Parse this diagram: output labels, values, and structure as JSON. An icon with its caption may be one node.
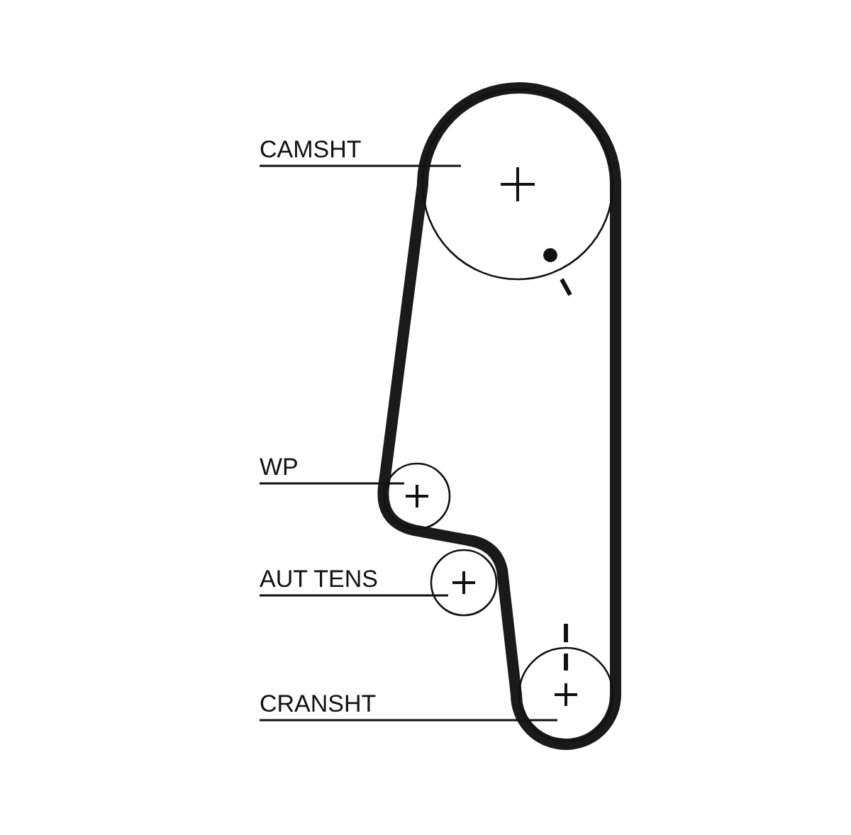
{
  "diagram": {
    "nodes": [
      {
        "text": [
          "CAMSHT"
        ]
      },
      {
        "text": [],
        "shape": "circle"
      },
      {
        "text": [
          "WP"
        ]
      },
      {
        "text": [],
        "shape": "circle"
      },
      {
        "text": [
          "AUT TENS"
        ]
      },
      {
        "text": [],
        "shape": "circle"
      },
      {
        "text": [
          "CRANSHT"
        ]
      },
      {
        "text": [],
        "shape": "circle"
      }
    ],
    "edges": [
      {
        "from": 0,
        "to": 1,
        "arrow": "none"
      },
      {
        "from": 2,
        "to": 3,
        "arrow": "none"
      },
      {
        "from": 4,
        "to": 5,
        "arrow": "none"
      },
      {
        "from": 6,
        "to": 7,
        "arrow": "none"
      }
    ]
  }
}
